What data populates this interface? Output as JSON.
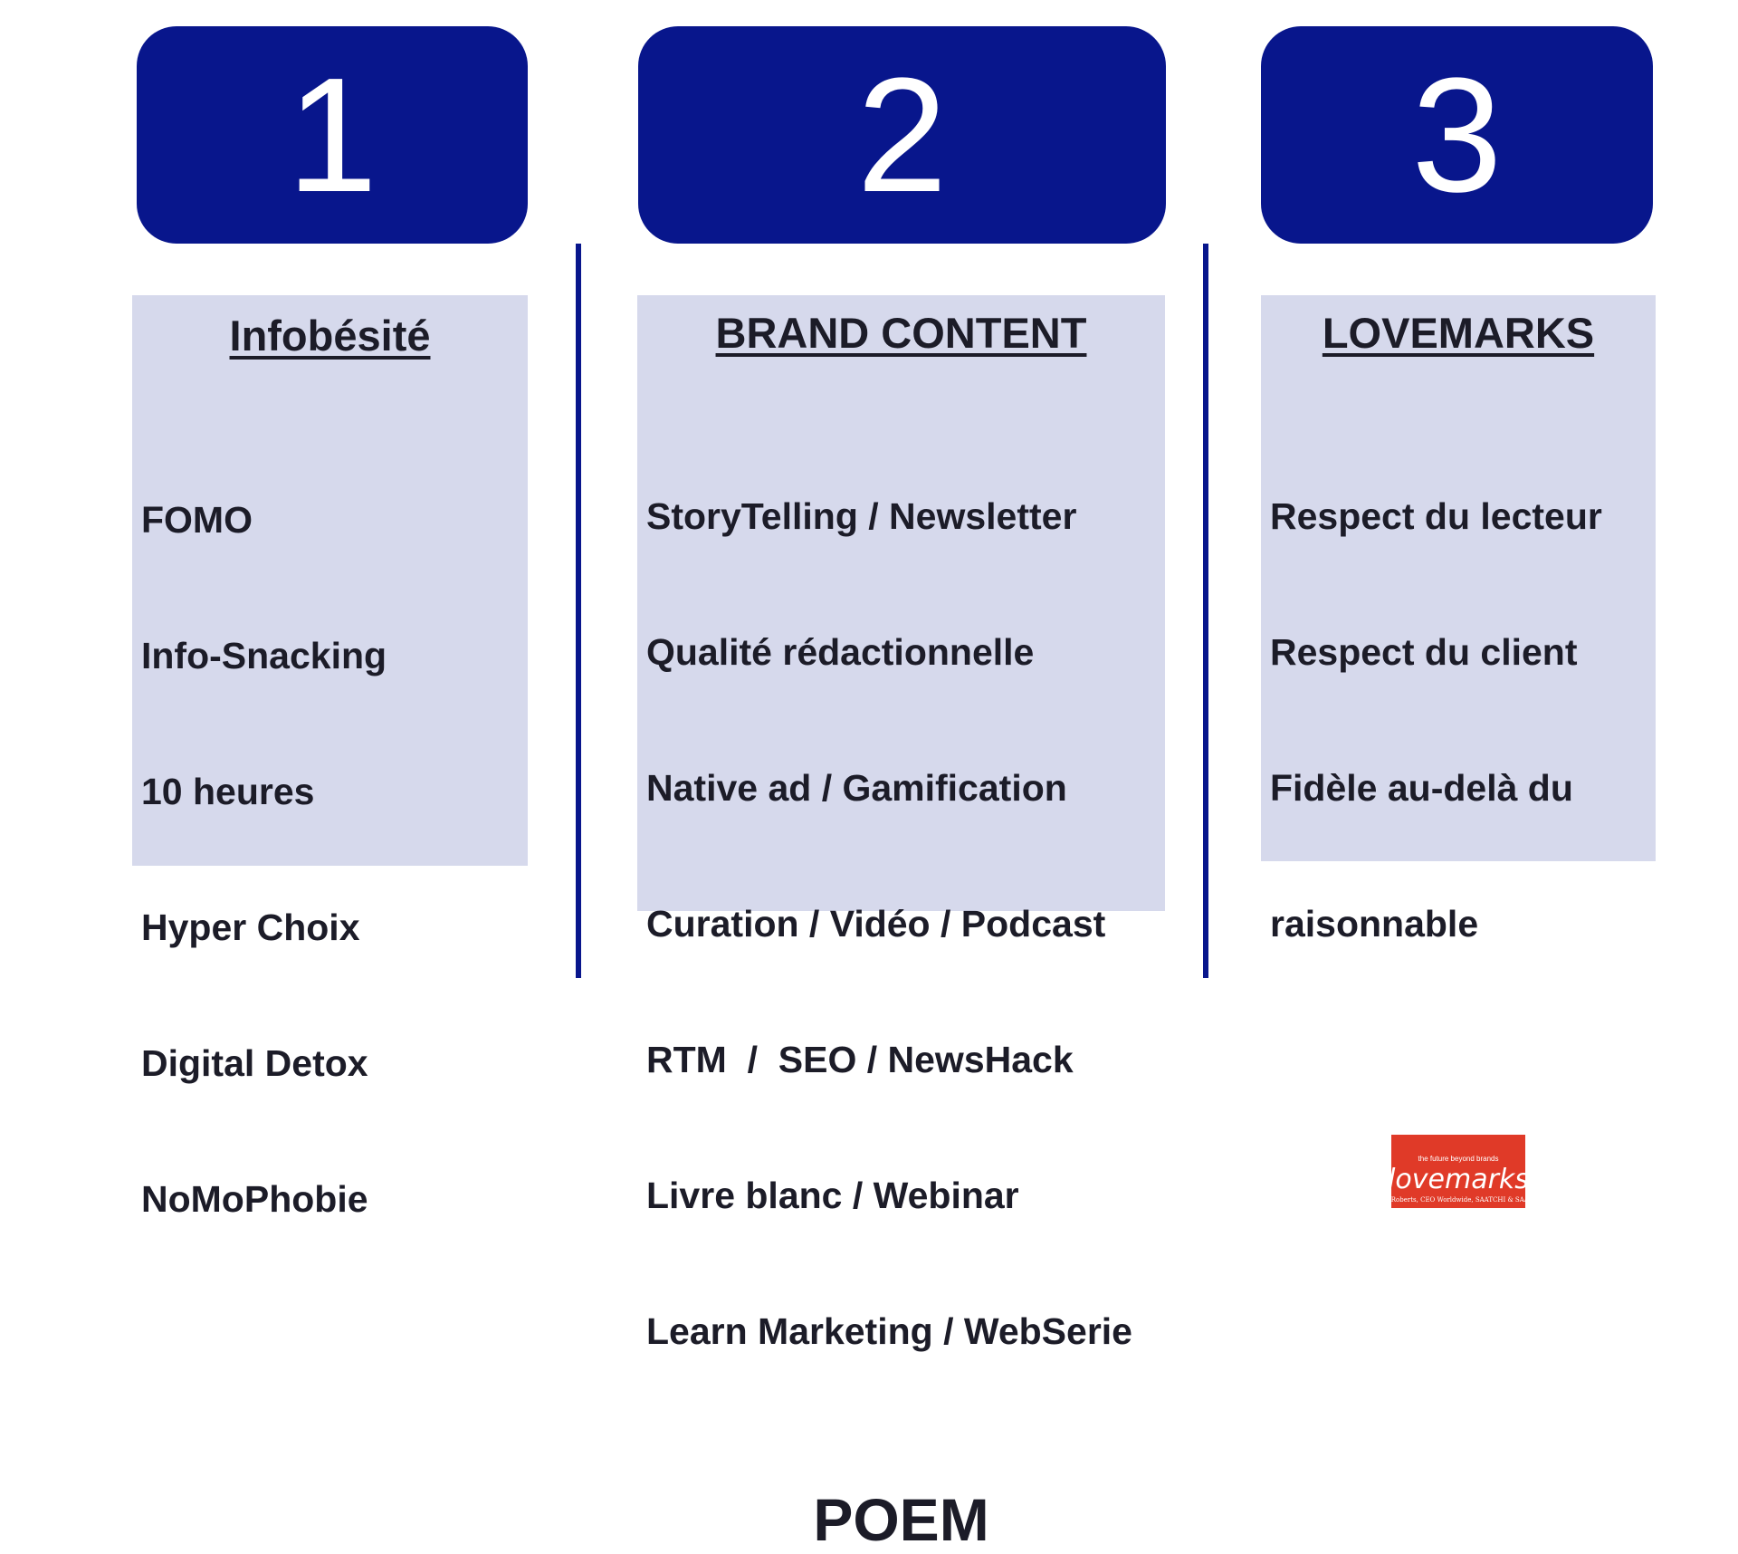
{
  "steps": [
    {
      "number": "1",
      "title": "Infobésité",
      "items": [
        "FOMO",
        "Info-Snacking",
        "10 heures",
        "Hyper Choix",
        "Digital Detox",
        "NoMoPhobie"
      ]
    },
    {
      "number": "2",
      "title": "BRAND CONTENT",
      "items": [
        "StoryTelling / Newsletter",
        "Qualité rédactionnelle",
        "Native ad / Gamification",
        "Curation / Vidéo / Podcast",
        "RTM  /  SEO / NewsHack",
        "Livre blanc / Webinar",
        "Learn Marketing / WebSerie"
      ],
      "footer": "POEM"
    },
    {
      "number": "3",
      "title": "LOVEMARKS",
      "items": [
        "Respect du lecteur",
        "Respect du client",
        "Fidèle au-delà du",
        "raisonnable"
      ]
    }
  ],
  "book": {
    "subtitle": "the future beyond brands",
    "title": "lovemarks",
    "author": "Kevin Roberts, CEO Worldwide, SAATCHI & SAATCHI"
  },
  "colors": {
    "accent": "#08168c",
    "panel": "#d6d9ec"
  }
}
